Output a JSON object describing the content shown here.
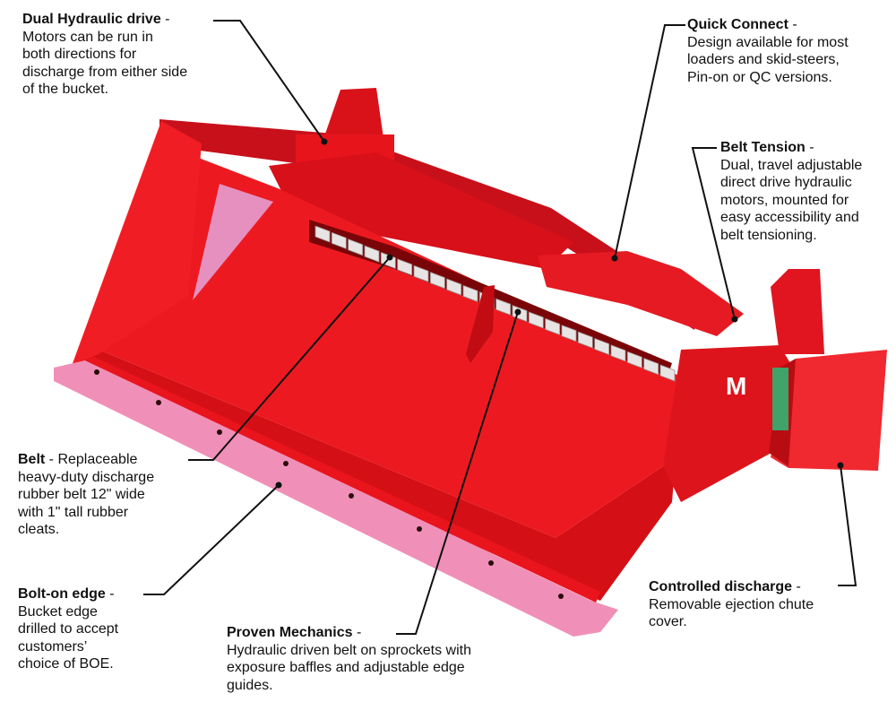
{
  "callouts": {
    "dual_hydraulic": {
      "title": "Dual Hydraulic drive",
      "dash": " -",
      "body": "Motors can be run in\nboth directions for\ndischarge from either side\nof the bucket."
    },
    "quick_connect": {
      "title": "Quick Connect",
      "dash": " -",
      "body": "Design available for most\nloaders and skid-steers,\nPin-on or QC versions."
    },
    "belt_tension": {
      "title": "Belt Tension",
      "dash": " -",
      "body": "Dual, travel adjustable\ndirect drive hydraulic\nmotors, mounted for\neasy accessibility and\nbelt tensioning."
    },
    "belt": {
      "title": "Belt",
      "inline": " - Replaceable",
      "body": "heavy-duty discharge\nrubber belt 12\" wide\nwith 1\" tall rubber\ncleats."
    },
    "bolt_on_edge": {
      "title": "Bolt-on edge",
      "dash": " -",
      "body": "Bucket edge\ndrilled to accept\ncustomers’\nchoice of BOE."
    },
    "proven_mechanics": {
      "title": "Proven Mechanics",
      "dash": " -",
      "body": "Hydraulic driven belt on sprockets with\nexposure baffles and adjustable edge\nguides."
    },
    "controlled_discharge": {
      "title": "Controlled discharge",
      "dash": " -",
      "body": "Removable ejection chute\ncover."
    }
  },
  "colors": {
    "bucket_red": "#e8141b",
    "bucket_dark": "#b30d12",
    "bucket_light": "#ff4a4a",
    "highlight": "#f07aa8",
    "belt_cleat": "#e8e4e4",
    "leader_line": "#111111"
  }
}
